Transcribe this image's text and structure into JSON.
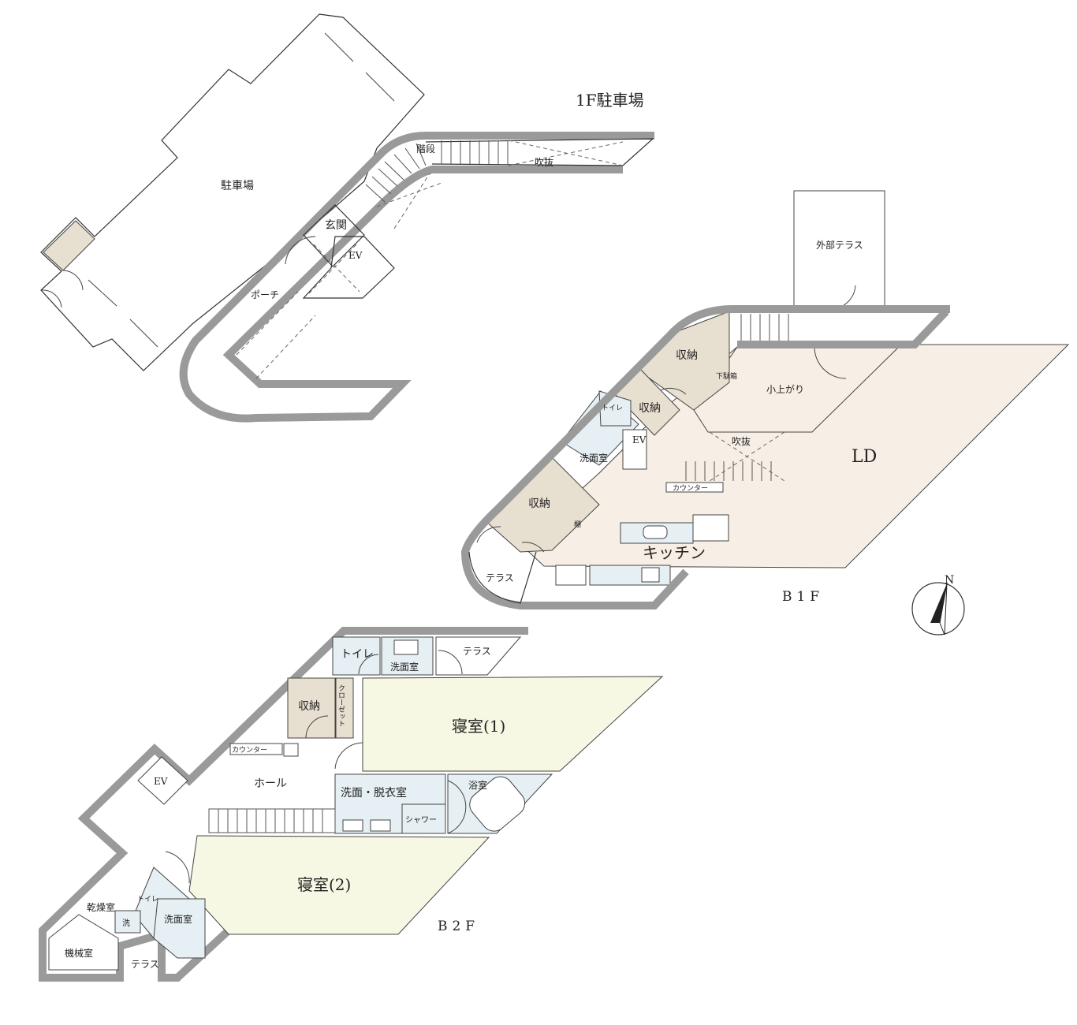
{
  "floors": {
    "f1": "1F駐車場",
    "b1": "B1F",
    "b2": "B2F"
  },
  "rooms_1f": {
    "parking": "駐車場",
    "entrance": "玄関",
    "ev": "EV",
    "porch": "ポーチ",
    "void": "吹抜",
    "stairs_note": "階段"
  },
  "rooms_b1": {
    "exterior_terrace": "外部テラス",
    "storage_top": "収納",
    "storage_mid": "収納",
    "storage_low": "収納",
    "shoe_cabinet": "下駄箱",
    "loft": "小上がり",
    "toilet": "トイレ",
    "ev": "EV",
    "washroom": "洗面室",
    "void": "吹抜",
    "counter": "カウンター",
    "ld": "LD",
    "shelf": "棚",
    "kitchen": "キッチン",
    "terrace": "テラス"
  },
  "rooms_b2": {
    "toilet_top": "トイレ",
    "washroom_top": "洗面室",
    "terrace_top": "テラス",
    "storage": "収納",
    "closet": "クローゼット",
    "bedroom1": "寝室(1)",
    "counter": "カウンター",
    "ev": "EV",
    "hall": "ホール",
    "dressing": "洗面・脱衣室",
    "bath": "浴室",
    "shower": "シャワー",
    "bedroom2": "寝室(2)",
    "drying": "乾燥室",
    "wash": "洗",
    "toilet_low": "トイレ",
    "washroom_low": "洗面室",
    "machine": "機械室",
    "terrace_low": "テラス"
  },
  "compass": {
    "label": "N"
  },
  "colors": {
    "ld": "#f7efe5",
    "bedroom": "#f7f8e4",
    "wet": "#e6eff3",
    "storage": "#e7dfd0",
    "wall": "#9a9a9a"
  }
}
